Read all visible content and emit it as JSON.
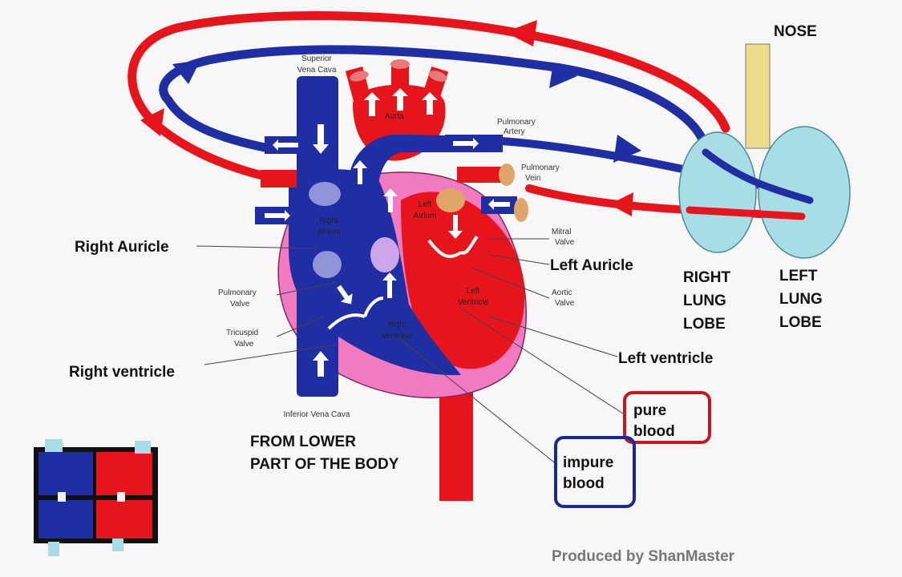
{
  "labels": {
    "nose": "NOSE",
    "superior_vena_cava": [
      "Superior",
      "Vena Cava"
    ],
    "aorta": "Aorta",
    "pulmonary_artery": [
      "Pulmonary",
      "Artery"
    ],
    "pulmonary_vein": [
      "Pulmonary",
      "Vein"
    ],
    "right_atrium_inner": [
      "Right",
      "Atrium"
    ],
    "left_atrium_inner": [
      "Left",
      "Atrium"
    ],
    "left_ventricle_inner": [
      "Left",
      "Ventricle"
    ],
    "right_ventricle_inner": [
      "Right",
      "Ventricle"
    ],
    "mitral_valve": [
      "Mitral",
      "Valve"
    ],
    "aortic_valve": [
      "Aortic",
      "Valve"
    ],
    "pulmonary_valve": [
      "Pulmonary",
      "Valve"
    ],
    "tricuspid_valve": [
      "Tricuspid",
      "Valve"
    ],
    "inferior_vena_cava": "Inferior Vena Cava",
    "right_auricle": "Right Auricle",
    "left_auricle": "Left Auricle",
    "right_ventricle": "Right  ventricle",
    "left_ventricle": "Left ventricle",
    "right_lung_lobe": [
      "RIGHT",
      "LUNG",
      "LOBE"
    ],
    "left_lung_lobe": [
      "LEFT",
      "LUNG",
      "LOBE"
    ],
    "from_lower": [
      "FROM LOWER",
      "PART OF THE BODY"
    ],
    "pure_blood": [
      "pure",
      "blood"
    ],
    "impure_blood": [
      "impure",
      "blood"
    ],
    "credit": "Produced by ShanMaster"
  },
  "colors": {
    "oxygenated": "#e8141b",
    "deoxygenated": "#1f2fa3",
    "pericardium": "#f27ac0",
    "lung": "#a9dde6",
    "nose": "#ecdc8c",
    "valve": "#cba6e8",
    "pulmonary_vein_stub": "#e0a668"
  },
  "icons": {
    "legend": "blood-color-legend-icon"
  }
}
